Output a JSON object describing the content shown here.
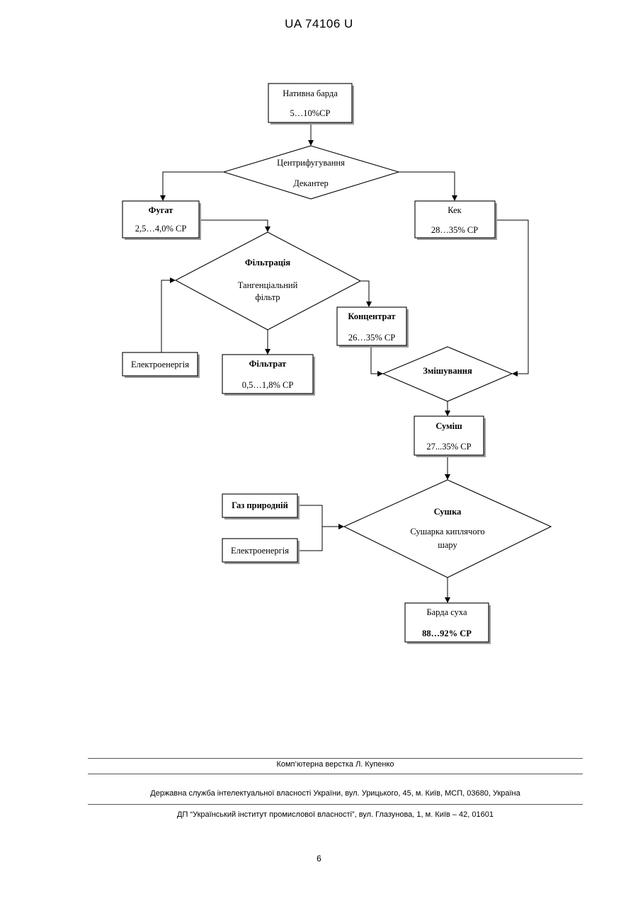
{
  "header": {
    "doc_id": "UA   74106   U"
  },
  "nodes": {
    "natyvna": {
      "label": "Нативна  барда",
      "value": "5…10%СР"
    },
    "centrifuge": {
      "label": "Центрифугування",
      "sub": "Декантер"
    },
    "fugat": {
      "label": "Фугат",
      "value": "2,5…4,0% СР"
    },
    "kek": {
      "label": "Кек",
      "value": "28…35% СР"
    },
    "filtration": {
      "label": "Фільтрація",
      "sub1": "Тангенціальний",
      "sub2": "фільтр"
    },
    "concentrate": {
      "label": "Концентрат",
      "value": "26…35% СР"
    },
    "electro1": {
      "label": "Електроенергія"
    },
    "filtrate": {
      "label": "Фільтрат",
      "value": "0,5…1,8% СР"
    },
    "mixing": {
      "label": "Змішування"
    },
    "mix": {
      "label": "Суміш",
      "value": "27...35% СР"
    },
    "gas": {
      "label": "Газ природній"
    },
    "electro2": {
      "label": "Електроенергія"
    },
    "drying": {
      "label": "Сушка",
      "sub1": "Сушарка киплячого",
      "sub2": "шару"
    },
    "dry_bard": {
      "label": "Барда суха",
      "value": "88…92% СР"
    }
  },
  "footer": {
    "typesetting": "Комп’ютерна верстка Л. Купенко",
    "agency": "Державна служба інтелектуальної власності України, вул. Урицького, 45, м. Київ, МСП, 03680, Україна",
    "institute": "ДП “Український інститут промислової власності”, вул. Глазунова, 1, м. Київ – 42, 01601",
    "page_number": "6"
  }
}
